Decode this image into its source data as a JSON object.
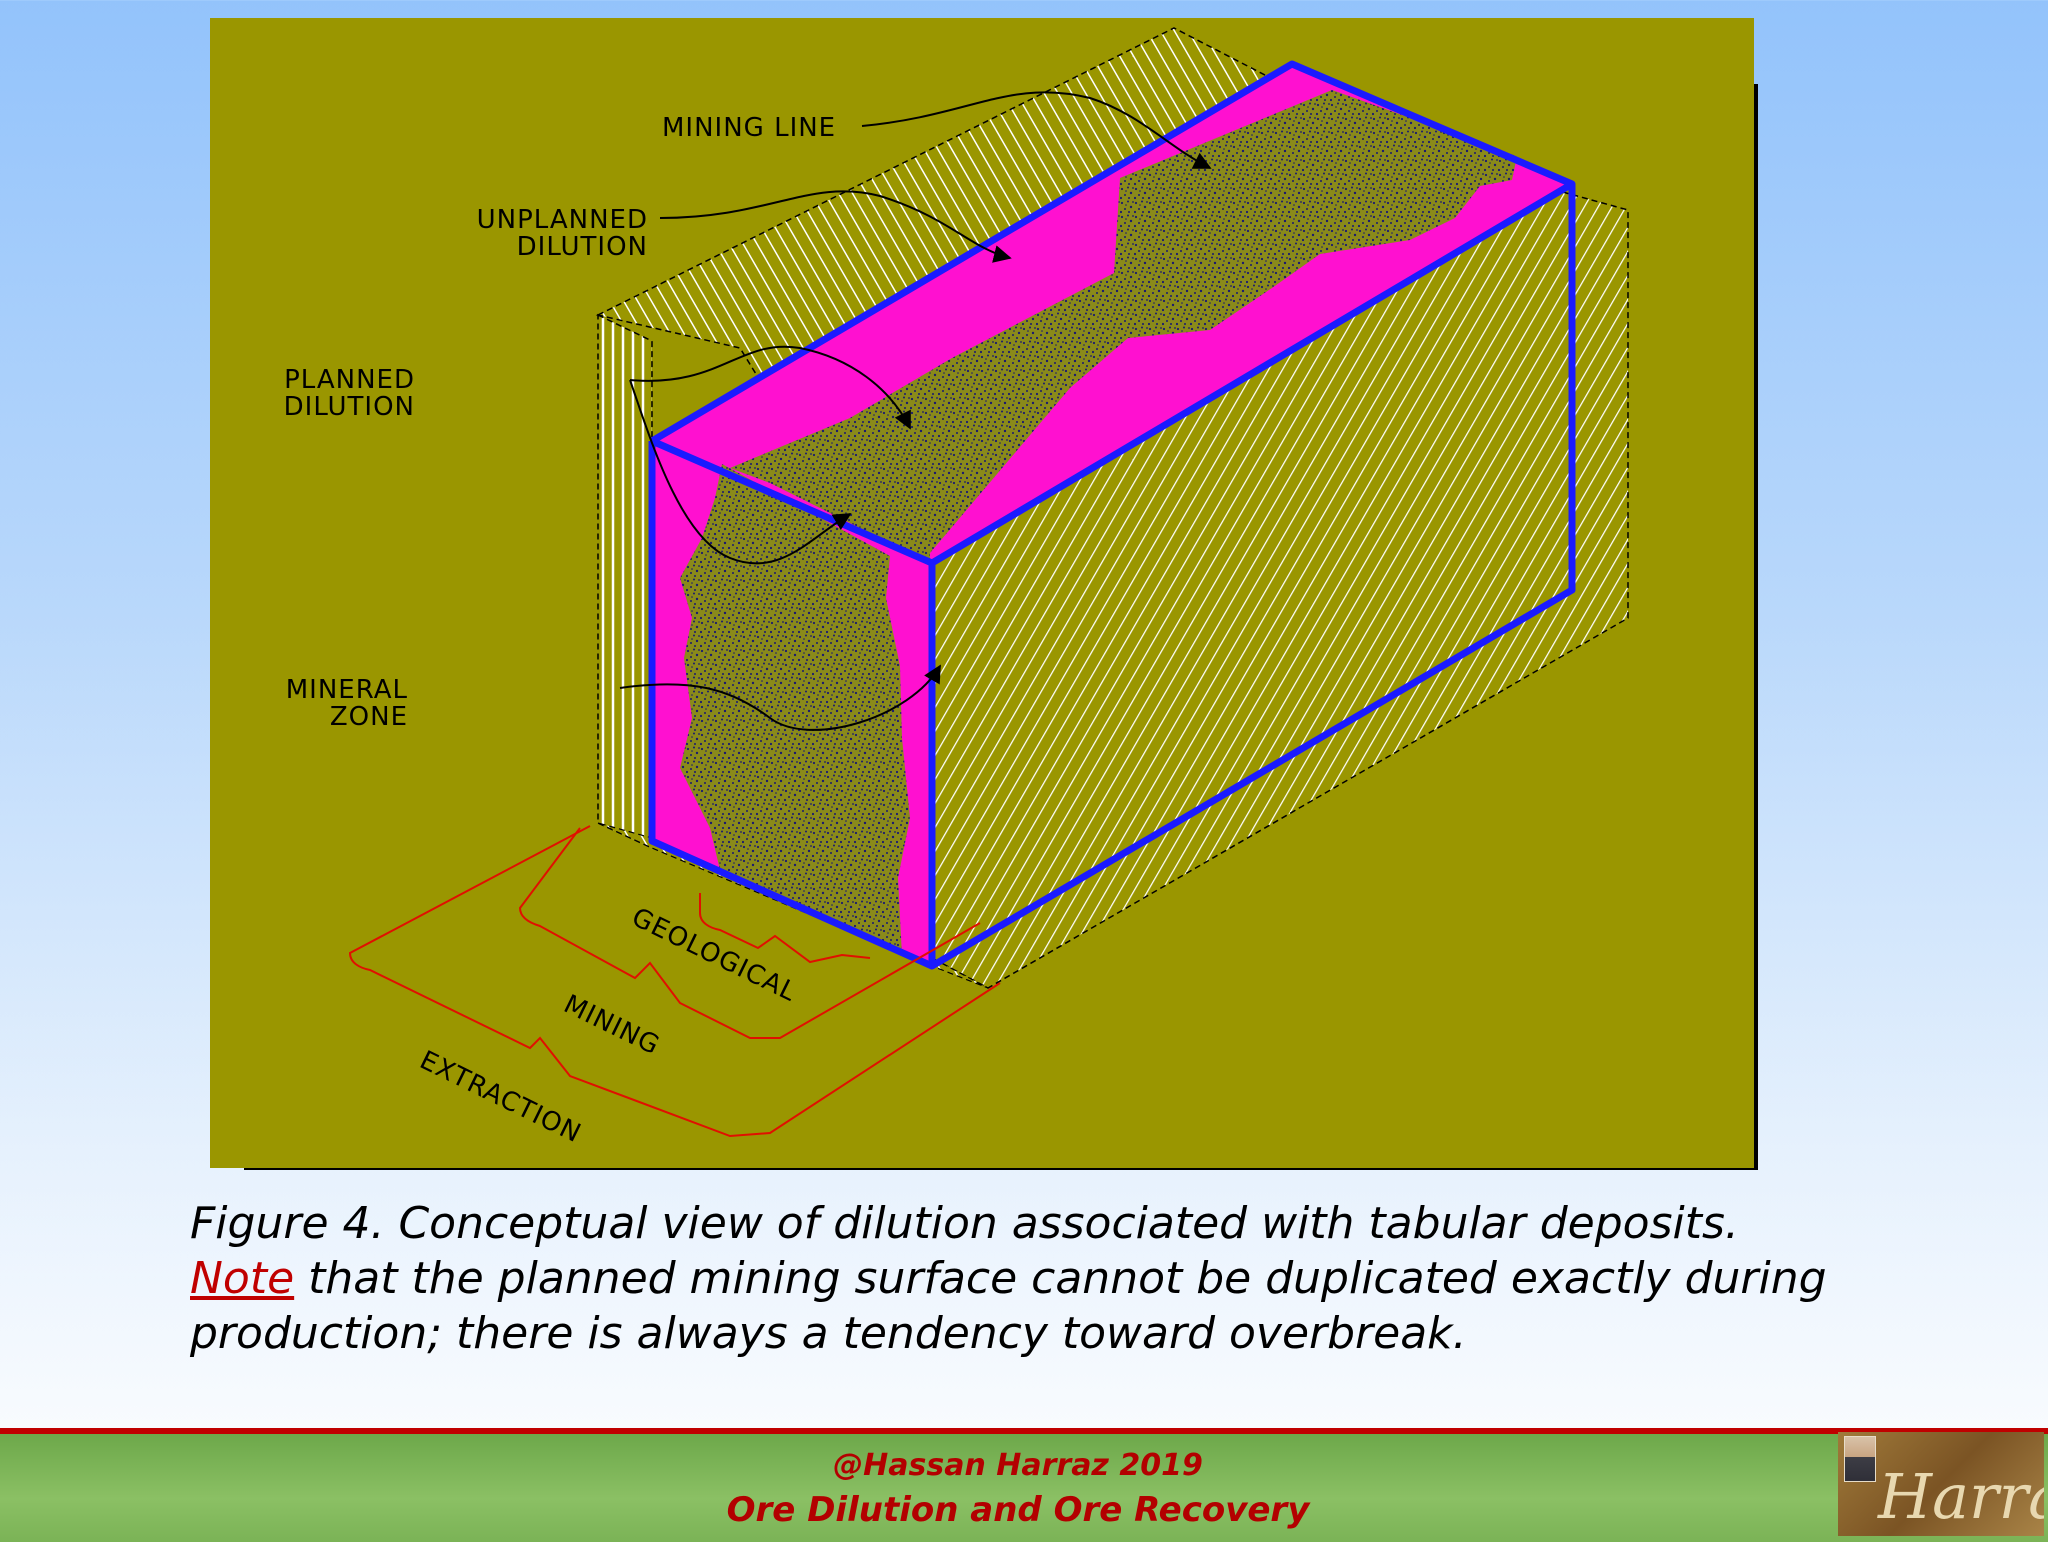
{
  "figure": {
    "labels": {
      "mining_line": "MINING  LINE",
      "unplanned_1": "UNPLANNED",
      "unplanned_2": "DILUTION",
      "planned_1": "PLANNED",
      "planned_2": "DILUTION",
      "mineral_1": "MINERAL",
      "mineral_2": "ZONE",
      "geological": "GEOLOGICAL",
      "mining": "MINING",
      "extraction": "EXTRACTION"
    },
    "colors": {
      "background": "#9a9600",
      "mining_line": "#1a1aff",
      "planned_dilution": "#ff10d0",
      "bracket": "#e01000",
      "hatch": "#ffffff"
    }
  },
  "caption": {
    "line1": "Figure 4. Conceptual view of dilution associated with tabular deposits.",
    "note_word": "Note",
    "line2_rest": " that the planned mining surface cannot be duplicated exactly during",
    "line3": "production; there is always a tendency toward overbreak."
  },
  "footer": {
    "credit": "@Hassan Harraz 2019",
    "title": "Ore Dilution and Ore Recovery"
  },
  "logo": {
    "script_text": "Harraz"
  }
}
